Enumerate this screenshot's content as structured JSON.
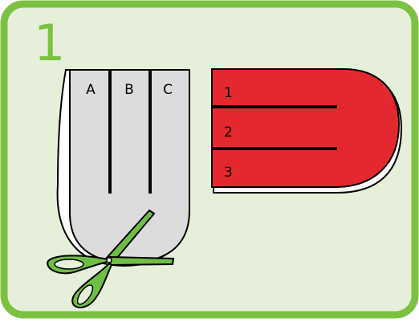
{
  "step": {
    "number": "1"
  },
  "gray_piece": {
    "strip_labels": [
      "A",
      "B",
      "C"
    ]
  },
  "red_piece": {
    "strip_labels": [
      "1",
      "2",
      "3"
    ]
  },
  "colors": {
    "frame_border": "#7cc242",
    "frame_background": "#e6efd9",
    "step_number": "#7cc242",
    "gray_piece_fill": "#dcdcdc",
    "red_piece_fill": "#e3292f",
    "scissors_green": "#6fbe44",
    "outline": "#000000",
    "backing_paper": "#ffffff"
  },
  "icons": {
    "tool": "scissors-icon"
  }
}
